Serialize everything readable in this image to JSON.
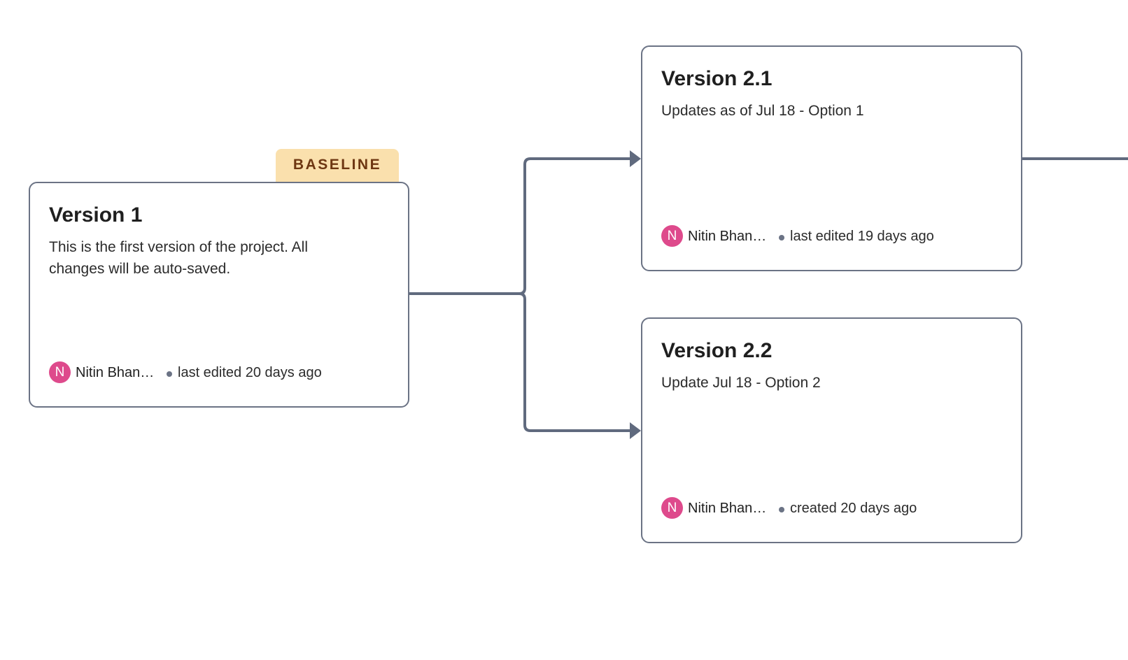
{
  "nodes": [
    {
      "title": "Version 1",
      "description": "This is the first version of the project. All changes will be auto-saved.",
      "avatar_initial": "N",
      "author": "Nitin Bhan…",
      "meta": "last edited 20 days ago",
      "badge": "BASELINE"
    },
    {
      "title": "Version 2.1",
      "description": "Updates as of Jul 18 - Option 1",
      "avatar_initial": "N",
      "author": "Nitin Bhan…",
      "meta": "last edited 19 days ago"
    },
    {
      "title": "Version 2.2",
      "description": "Update Jul 18 - Option 2",
      "avatar_initial": "N",
      "author": "Nitin Bhan…",
      "meta": "created 20 days ago"
    }
  ],
  "edges": [
    {
      "from": "Version 1",
      "to": "Version 2.1"
    },
    {
      "from": "Version 1",
      "to": "Version 2.2"
    }
  ],
  "colors": {
    "border": "#6b7385",
    "connector": "#606a7e",
    "avatar": "#de4a8c",
    "badge_bg": "#fae0ad",
    "badge_text": "#6e3712"
  }
}
